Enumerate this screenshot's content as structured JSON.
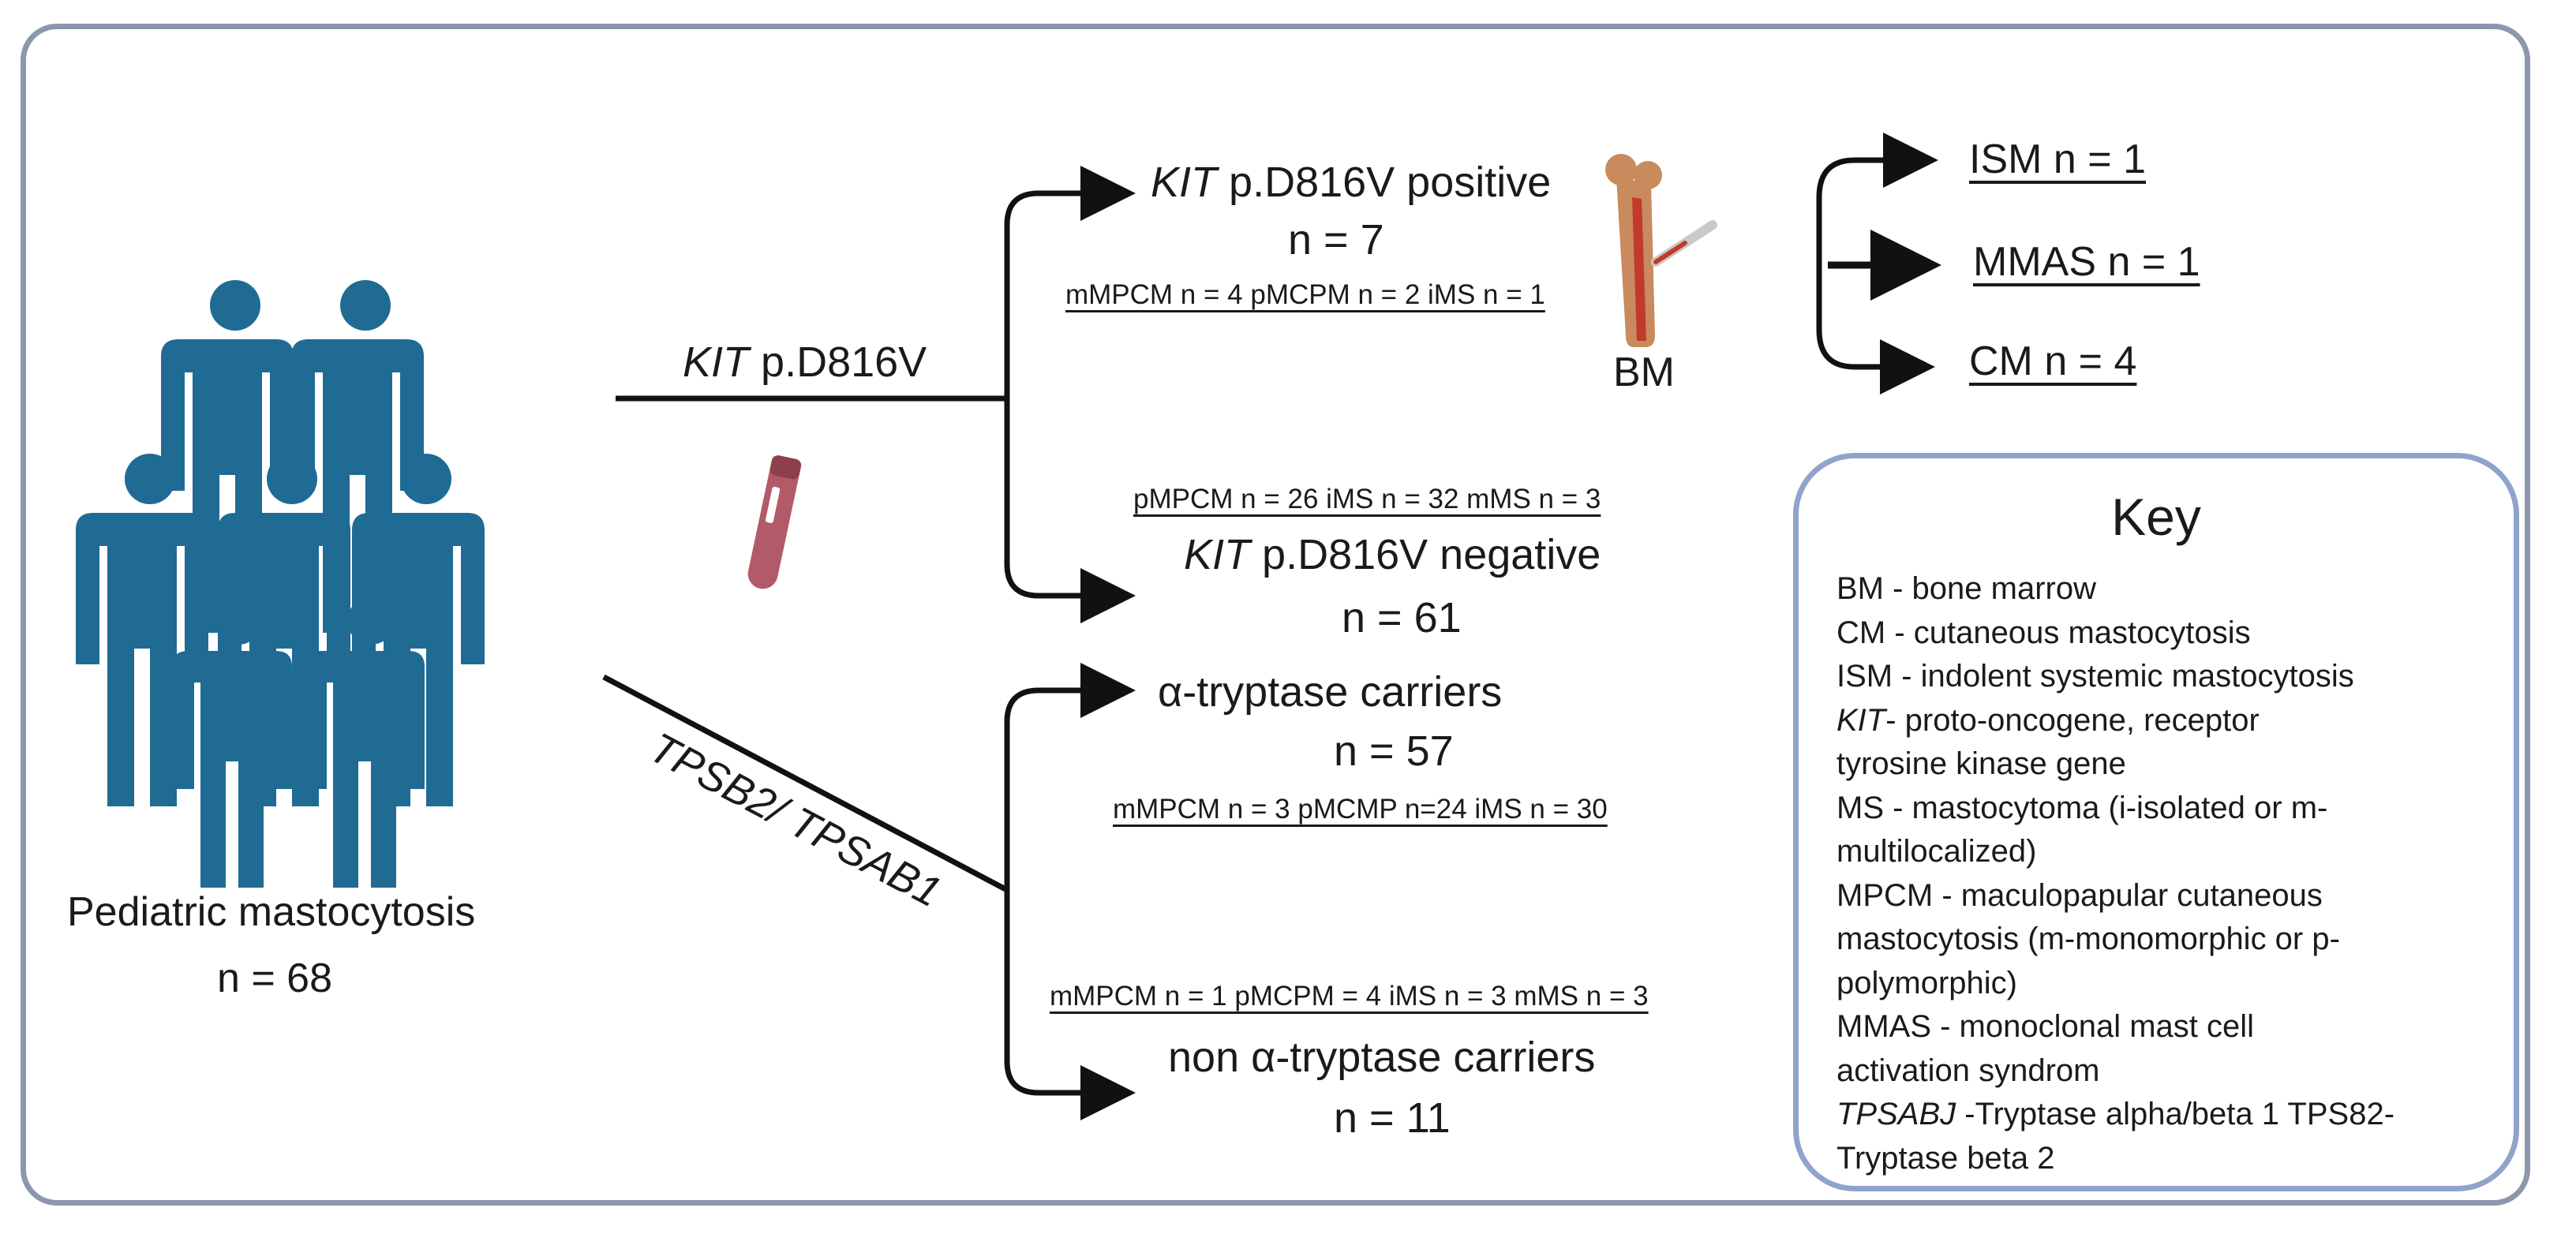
{
  "population": {
    "label": "Pediatric mastocytosis",
    "n": "n = 68"
  },
  "branches": {
    "kit": {
      "gene": "KIT",
      "label": "p.D816V"
    },
    "tpsb": {
      "label": "TPSB2/ TPSAB1"
    }
  },
  "kit_positive": {
    "gene": "KIT",
    "label": "p.D816V positive",
    "n": "n = 7",
    "breakdown": "mMPCM n = 4  pMCPM n = 2  iMS n = 1",
    "sample": "BM"
  },
  "kit_negative": {
    "breakdown": "pMPCM n = 26  iMS n = 32  mMS n = 3",
    "gene": "KIT",
    "label": "p.D816V negative",
    "n": "n = 61"
  },
  "alpha_carriers": {
    "label": "α-tryptase carriers",
    "n": "n = 57",
    "breakdown": "mMPCM n = 3  pMCMP n=24  iMS n = 30"
  },
  "non_alpha_carriers": {
    "breakdown": "mMPCM n = 1  pMCPM = 4  iMS n = 3  mMS n = 3",
    "label": "non α-tryptase carriers",
    "n": "n = 11"
  },
  "bm_results": [
    "ISM n = 1",
    "MMAS n = 1",
    "CM  n = 4"
  ],
  "key": {
    "title": "Key",
    "lines": [
      {
        "gene": "",
        "text": "BM - bone marrow"
      },
      {
        "gene": "",
        "text": "CM - cutaneous mastocytosis"
      },
      {
        "gene": "",
        "text": "ISM - indolent systemic mastocytosis"
      },
      {
        "gene": "KIT",
        "text": "- proto-oncogene, receptor"
      },
      {
        "gene": "",
        "text": "tyrosine kinase gene"
      },
      {
        "gene": "",
        "text": "MS - mastocytoma (i-isolated or m-"
      },
      {
        "gene": "",
        "text": "multilocalized)"
      },
      {
        "gene": "",
        "text": "MPCM - maculopapular cutaneous"
      },
      {
        "gene": "",
        "text": "mastocytosis  (m-monomorphic or p-"
      },
      {
        "gene": "",
        "text": "polymorphic)"
      },
      {
        "gene": "",
        "text": "MMAS - monoclonal mast cell"
      },
      {
        "gene": "",
        "text": "activation syndrom"
      },
      {
        "gene": "TPSABJ",
        "text": " -Tryptase alpha/beta 1 TPS82-"
      },
      {
        "gene": "",
        "text": "Tryptase beta 2"
      }
    ]
  },
  "colors": {
    "people": "#1f6b94",
    "tube": "#b35a68",
    "bone": "#c98a5e",
    "frame": "#8b97ad",
    "key_border": "#8fa3cc",
    "line": "#111111"
  },
  "icons": [
    "people-group-icon",
    "blood-tube-icon",
    "bone-marrow-icon"
  ]
}
